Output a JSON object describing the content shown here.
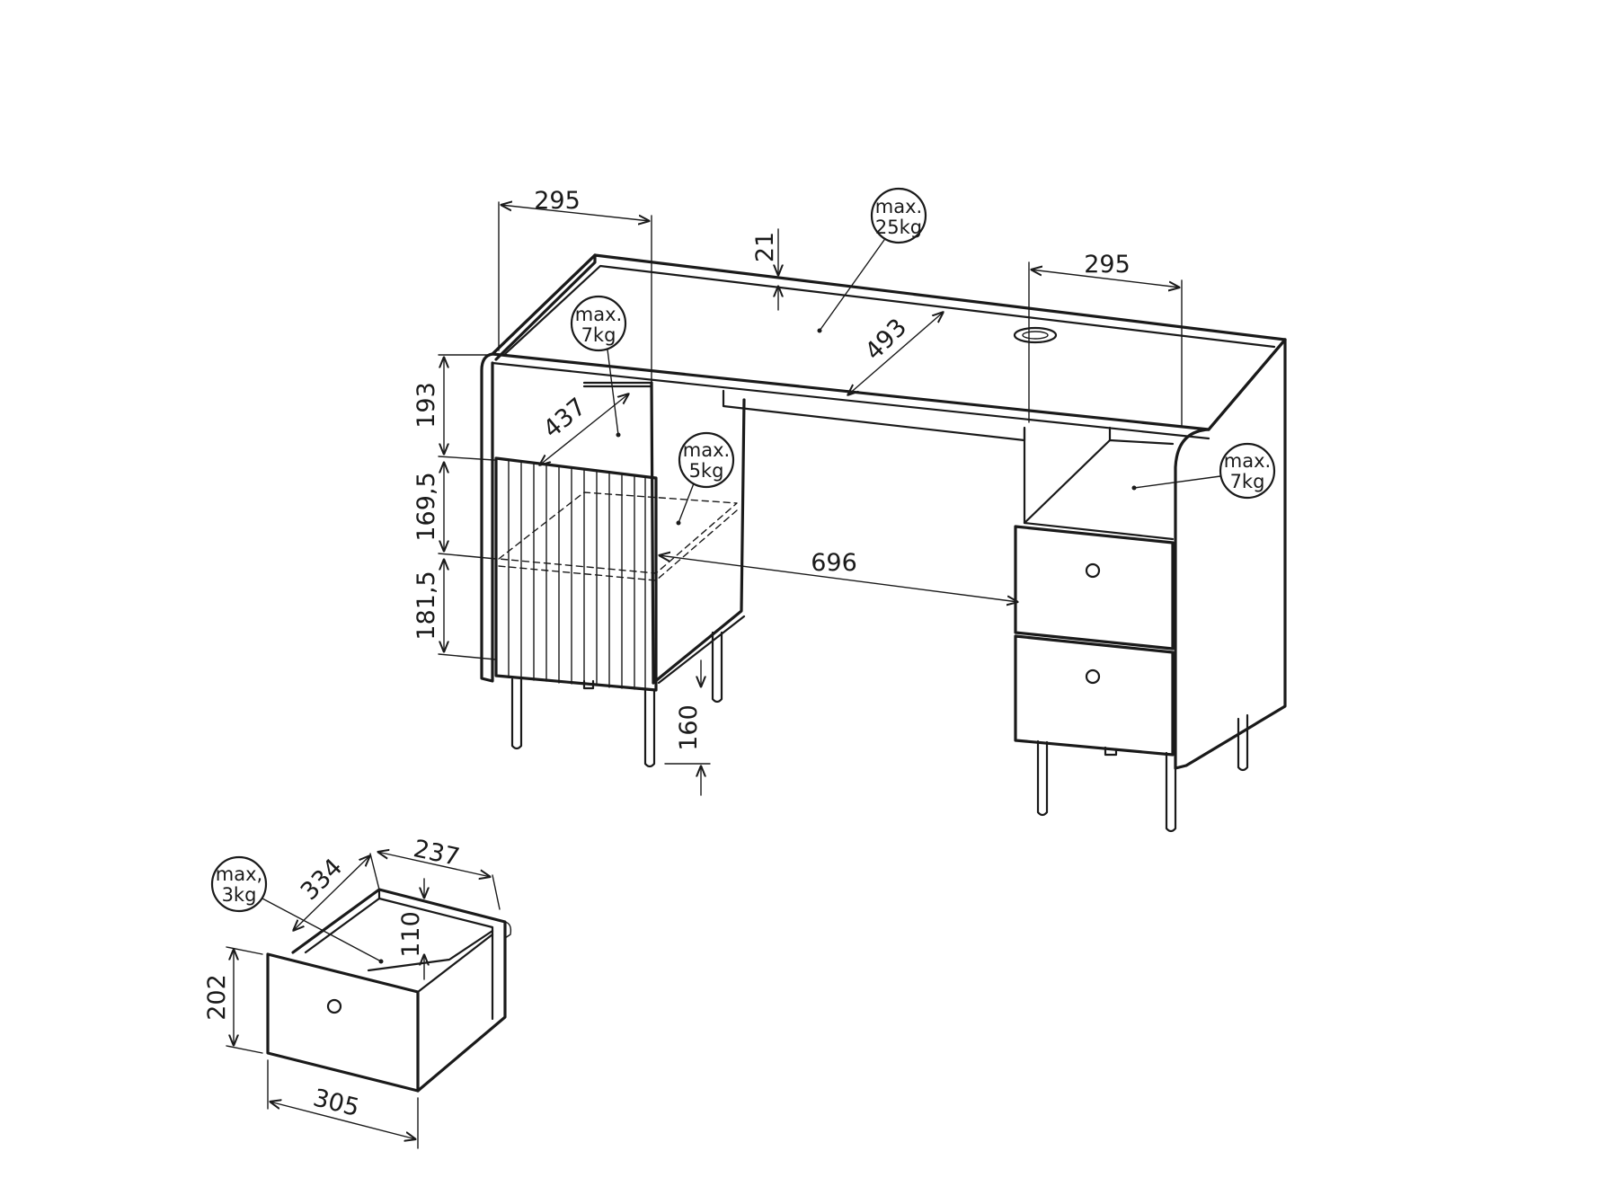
{
  "desk": {
    "width_left_module": "295",
    "width_right_module": "295",
    "top_thickness": "21",
    "depth": "493",
    "shelf_depth": "437",
    "inner_width": "696",
    "leg_height": "160",
    "heights": [
      "193",
      "169,5",
      "181,5"
    ]
  },
  "loads": {
    "top": [
      "max.",
      "25kg"
    ],
    "left_shelf": [
      "max.",
      "7kg"
    ],
    "left_inner_shelf": [
      "max.",
      "5kg"
    ],
    "right_shelf": [
      "max.",
      "7kg"
    ],
    "drawer": [
      "max,",
      "3kg"
    ]
  },
  "drawer": {
    "depth": "334",
    "width_inner": "237",
    "inner_height": "110",
    "front_height": "202",
    "front_width": "305"
  },
  "colors": {
    "line": "#1a1a1a",
    "background": "#ffffff"
  }
}
